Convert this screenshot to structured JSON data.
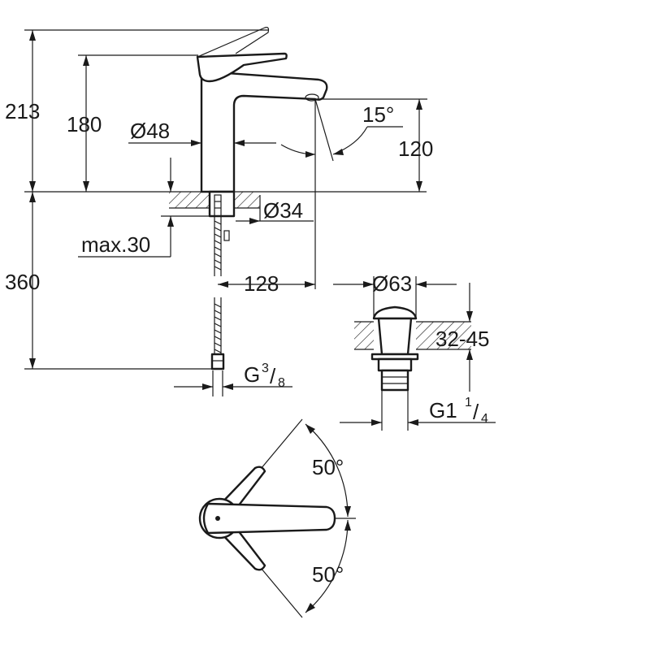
{
  "dimensions": {
    "total_height": "213",
    "spout_height": "180",
    "aerator_height": "120",
    "body_diameter": "Ø48",
    "angle_spout": "15°",
    "hole_diameter": "Ø34",
    "max_thickness": "max.30",
    "below_height": "360",
    "spout_reach": "128",
    "waste_diameter": "Ø63",
    "waste_thickness": "32-45",
    "connection_main": "G",
    "connection_num": "3",
    "connection_den": "8",
    "waste_thread_main": "G1",
    "waste_thread_num": "1",
    "waste_thread_den": "4",
    "lever_angle_up": "50°",
    "lever_angle_down": "50°"
  }
}
